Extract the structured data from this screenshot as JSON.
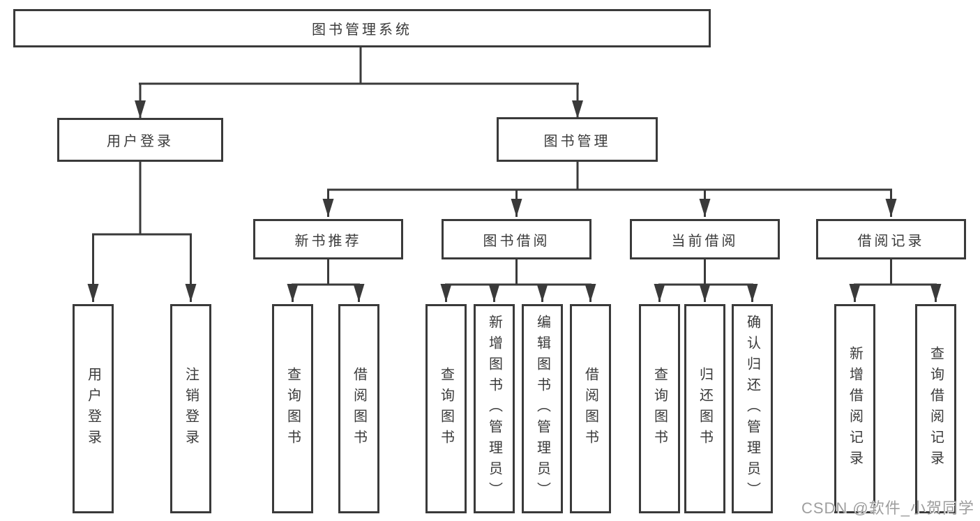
{
  "diagram": {
    "root": {
      "label": "图书管理系统"
    },
    "level2": [
      {
        "label": "用户登录"
      },
      {
        "label": "图书管理"
      }
    ],
    "level3": [
      {
        "label": "新书推荐"
      },
      {
        "label": "图书借阅"
      },
      {
        "label": "当前借阅"
      },
      {
        "label": "借阅记录"
      }
    ],
    "leaves": {
      "user_login": [
        {
          "label": "用户登录"
        },
        {
          "label": "注销登录"
        }
      ],
      "new_book_recommendation": [
        {
          "label": "查询图书"
        },
        {
          "label": "借阅图书"
        }
      ],
      "book_borrowing": [
        {
          "label": "查询图书"
        },
        {
          "label": "新增图书（管理员）"
        },
        {
          "label": "编辑图书（管理员）"
        },
        {
          "label": "借阅图书"
        }
      ],
      "current_borrowing": [
        {
          "label": "查询图书"
        },
        {
          "label": "归还图书"
        },
        {
          "label": "确认归还（管理员）"
        }
      ],
      "borrowing_records": [
        {
          "label": "新增借阅记录"
        },
        {
          "label": "查询借阅记录"
        }
      ]
    }
  },
  "watermark": {
    "text": "CSDN @软件_小贺同学"
  },
  "colors": {
    "line": "#3a3a3a",
    "text": "#3a3a3a",
    "watermark": "#9e9e9e",
    "background": "#ffffff"
  }
}
